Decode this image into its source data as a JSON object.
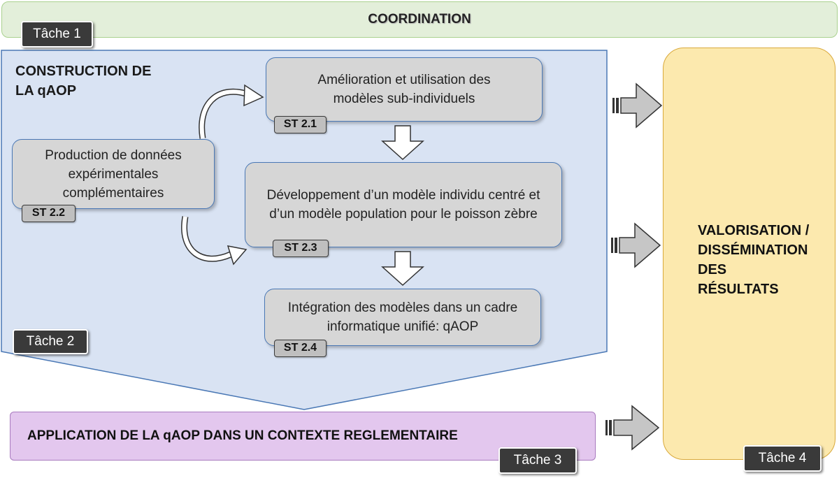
{
  "coordination": {
    "label": "COORDINATION",
    "task": "Tâche 1"
  },
  "construction": {
    "title_line1": "CONSTRUCTION DE",
    "title_line2": "LA qAOP",
    "task": "Tâche 2"
  },
  "subtasks": {
    "st21": {
      "text": "Amélioration et utilisation des modèles sub-individuels",
      "label": "ST 2.1"
    },
    "st22": {
      "text": "Production de données expérimentales complémentaires",
      "label": "ST 2.2"
    },
    "st23": {
      "text": "Développement d’un modèle individu centré et d’un modèle population pour le poisson zèbre",
      "label": "ST 2.3"
    },
    "st24": {
      "text": "Intégration des modèles dans un cadre informatique unifié: qAOP",
      "label": "ST 2.4"
    }
  },
  "application": {
    "label": "APPLICATION DE LA qAOP DANS UN CONTEXTE REGLEMENTAIRE",
    "task": "Tâche 3"
  },
  "valorisation": {
    "line1": "VALORISATION /",
    "line2": "DISSÉMINATION",
    "line3": "DES",
    "line4": "RÉSULTATS",
    "task": "Tâche 4"
  }
}
